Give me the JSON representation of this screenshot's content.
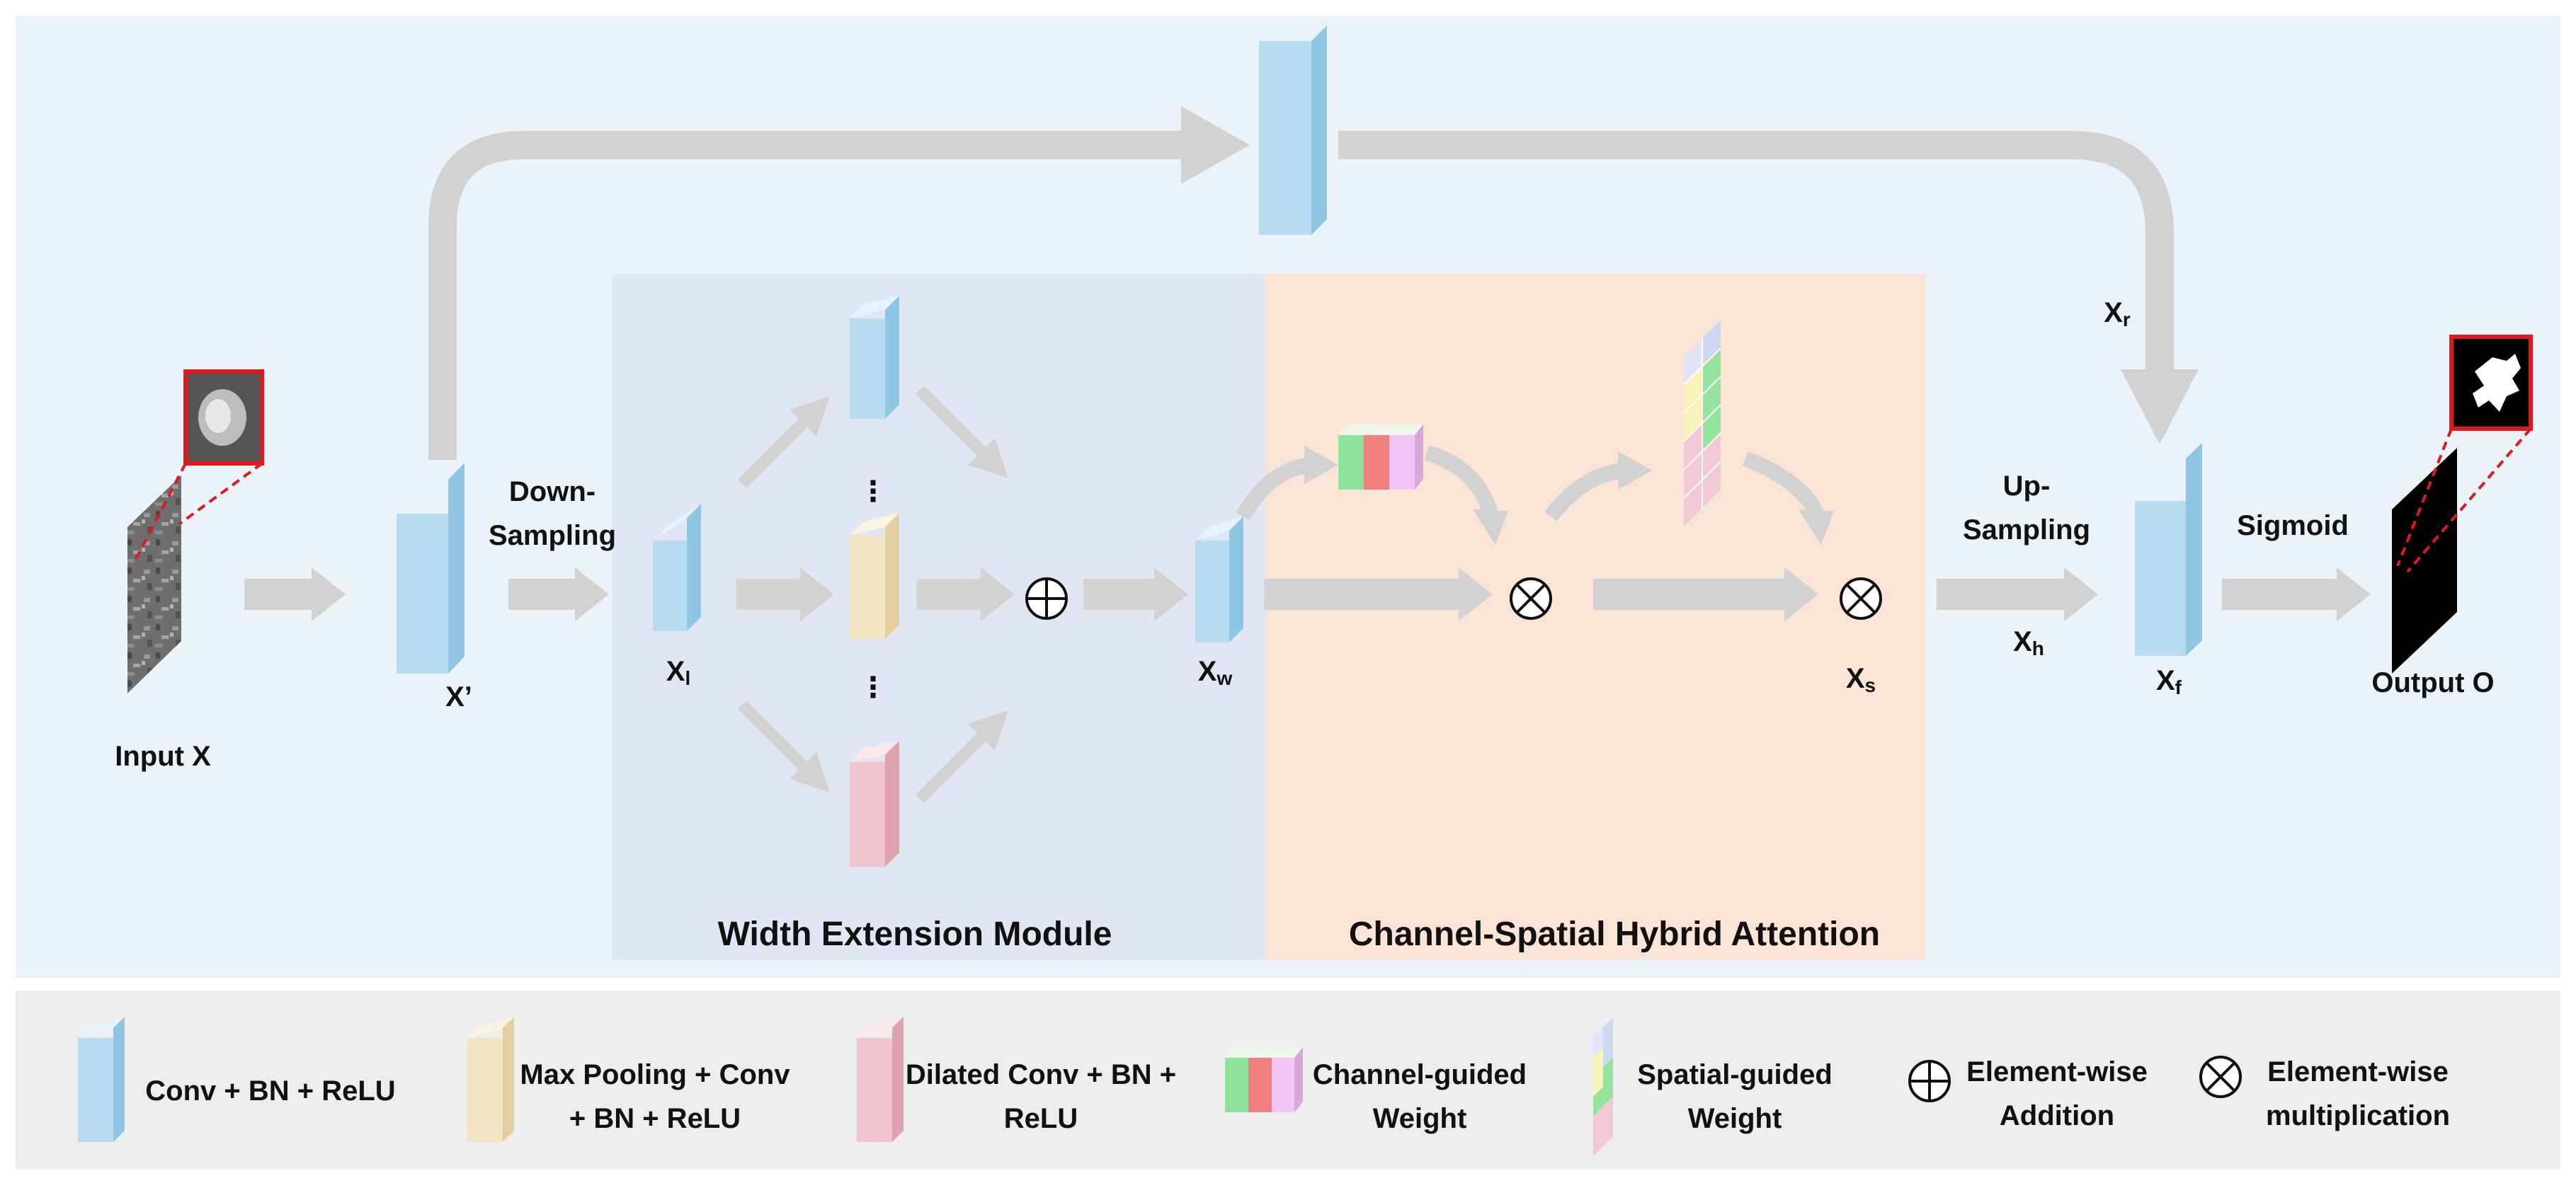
{
  "labels": {
    "input": "Input X",
    "x_prime": "X’",
    "down_sampling": [
      "Down-",
      "Sampling"
    ],
    "xl_main": "X",
    "xl_sub": "l",
    "xw_main": "X",
    "xw_sub": "w",
    "xs_main": "X",
    "xs_sub": "s",
    "xr_main": "X",
    "xr_sub": "r",
    "xh_main": "X",
    "xh_sub": "h",
    "xf_main": "X",
    "xf_sub": "f",
    "up_sampling": [
      "Up-",
      "Sampling"
    ],
    "sigmoid": "Sigmoid",
    "output": "Output O",
    "dots": "⋮"
  },
  "modules": {
    "width_extension": "Width Extension Module",
    "attention": "Channel-Spatial Hybrid Attention"
  },
  "legend": [
    {
      "kind": "conv",
      "lines": [
        "Conv + BN + ReLU"
      ]
    },
    {
      "kind": "maxpool",
      "lines": [
        "Max Pooling + Conv",
        "+ BN + ReLU"
      ]
    },
    {
      "kind": "dilated",
      "lines": [
        "Dilated Conv + BN +",
        "ReLU"
      ]
    },
    {
      "kind": "channel",
      "lines": [
        "Channel-guided",
        "Weight"
      ]
    },
    {
      "kind": "spatial",
      "lines": [
        "Spatial-guided",
        "Weight"
      ]
    },
    {
      "kind": "add",
      "lines": [
        "Element-wise",
        "Addition"
      ]
    },
    {
      "kind": "mult",
      "lines": [
        "Element-wise",
        "multiplication"
      ]
    }
  ],
  "colors": {
    "panel_bg": "#eaf2fa",
    "wem_bg": "#e0e6f3",
    "csha_bg": "#fae4d6",
    "legend_bg": "#ededed",
    "arrow": "#d2d2d2",
    "conv": "#b8dcef",
    "maxpool": "#f3e5c4",
    "dilated": "#f1c5cd",
    "ch_green": "#8fe29a",
    "ch_red": "#f08080",
    "ch_pink": "#f4c4f4",
    "sp_yellow": "#f7f3b8",
    "sp_blue": "#cfd8f3",
    "sp_green": "#95e49d",
    "sp_pink": "#f4c9d6",
    "highlight": "#e0191f"
  }
}
